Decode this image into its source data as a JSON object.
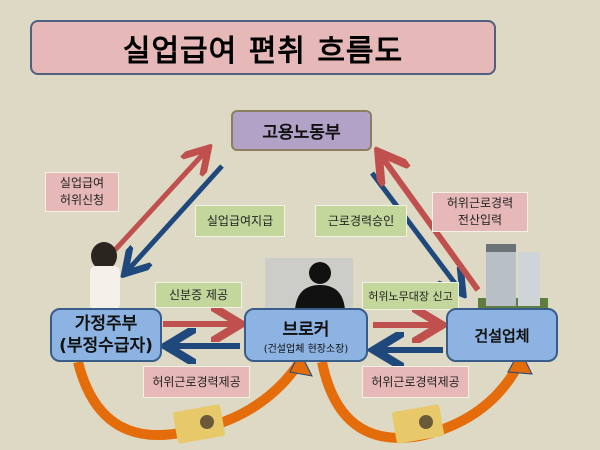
{
  "title": "실업급여 편취 흐름도",
  "nodes": {
    "government": "고용노동부",
    "housewife": {
      "line1": "가정주부",
      "line2": "(부정수급자)"
    },
    "broker": {
      "line1": "브로커",
      "line2": "(건설업체 현장소장)"
    },
    "company": "건설업체"
  },
  "labels": {
    "false_claim": {
      "line1": "실업급여",
      "line2": "허위신청"
    },
    "benefit_payment": "실업급여지급",
    "career_approval": "근로경력승인",
    "false_career_entry": {
      "line1": "허위근로경력",
      "line2": "전산입력"
    },
    "id_provision": "신분증 제공",
    "false_labor_report": "허위노무대장 신고",
    "false_career_provision_left": "허위근로경력제공",
    "false_career_provision_right": "허위근로경력제공"
  },
  "images": {
    "housewife": "woman-photo",
    "broker": "silhouette-photo",
    "company": "apartment-building-photo",
    "money_left": "banknotes-photo",
    "money_right": "banknotes-photo"
  },
  "colors": {
    "red_arrow": "#c0504d",
    "blue_arrow": "#1f497d",
    "orange_arrow": "#e46c0a",
    "node_fill": "#8db3e2",
    "pink_label": "#e6b9b8",
    "green_label": "#c3d69b",
    "gov_fill": "#b3a2c7"
  }
}
